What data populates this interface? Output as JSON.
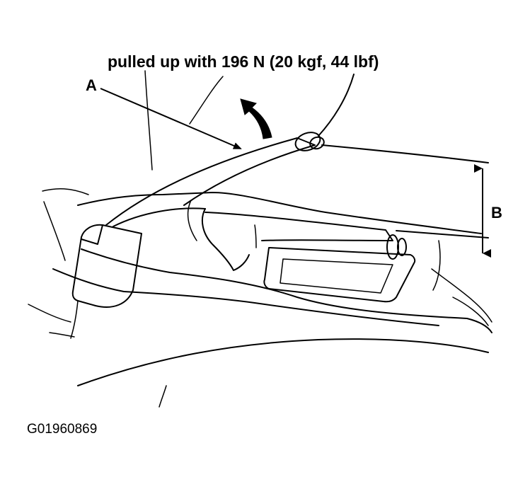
{
  "diagram": {
    "caption": "pulled up with 196 N (20 kgf, 44 lbf)",
    "label_a": "A",
    "label_b": "B",
    "figure_id": "G01960869",
    "colors": {
      "line": "#000000",
      "background": "#ffffff"
    }
  }
}
